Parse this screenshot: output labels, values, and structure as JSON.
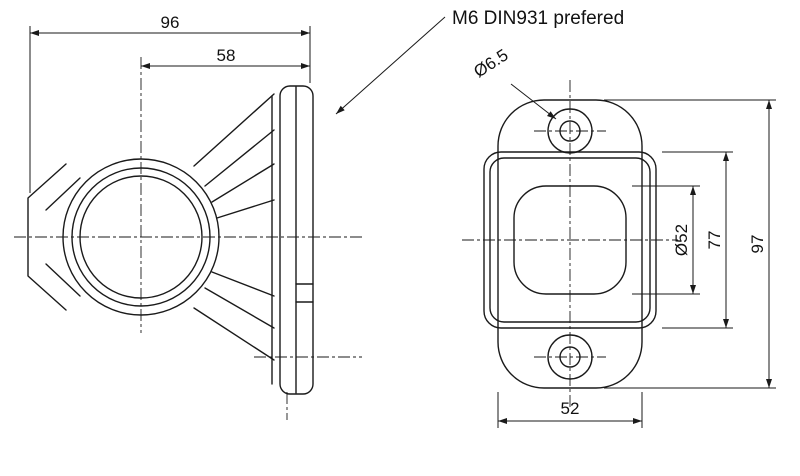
{
  "colors": {
    "background": "#ffffff",
    "ink": "#1a1a1a"
  },
  "annotations": {
    "bolt_note": "M6 DIN931 prefered",
    "hole_diameter": "Ø6.5"
  },
  "side_view": {
    "dim_overall_width": "96",
    "dim_center_to_flange": "58"
  },
  "front_view": {
    "dim_lens_diameter": "Ø52",
    "dim_body_height": "77",
    "dim_overall_height": "97",
    "dim_plate_width": "52"
  }
}
